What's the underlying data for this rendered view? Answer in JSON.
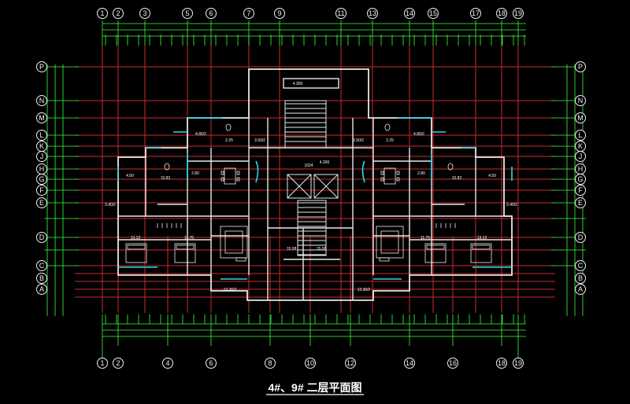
{
  "drawing": {
    "title": "4#、9# 二层平面图",
    "colors": {
      "background": "#000000",
      "axis_grid": "#e03030",
      "dimension": "#3cff3c",
      "wall": "#e8e8e8",
      "window": "#30d8e8",
      "fixture": "#f0f0f0"
    }
  },
  "axes": {
    "top": [
      "1",
      "2",
      "3",
      "5",
      "6",
      "7",
      "9",
      "11",
      "13",
      "14",
      "15",
      "17",
      "18",
      "19"
    ],
    "bottom": [
      "1",
      "2",
      "4",
      "6",
      "8",
      "10",
      "12",
      "14",
      "16",
      "18",
      "19"
    ],
    "rows": [
      "P",
      "N",
      "M",
      "L",
      "K",
      "J",
      "H",
      "G",
      "F",
      "E",
      "D",
      "C",
      "B",
      "A"
    ]
  },
  "room_labels": [
    {
      "text": "4.80/2"
    },
    {
      "text": "2.25"
    },
    {
      "text": "3.50/2"
    },
    {
      "text": "3.50/2"
    },
    {
      "text": "2.25"
    },
    {
      "text": "4.80/2"
    },
    {
      "text": "4.50"
    },
    {
      "text": "10.82"
    },
    {
      "text": "2.80"
    },
    {
      "text": "1024"
    },
    {
      "text": "4.200"
    },
    {
      "text": "2.80"
    },
    {
      "text": "10.82"
    },
    {
      "text": "4.50"
    },
    {
      "text": "3.40/2"
    },
    {
      "text": "3.40/2"
    },
    {
      "text": "13.12"
    },
    {
      "text": "11.76"
    },
    {
      "text": "15.08"
    },
    {
      "text": "15.08"
    },
    {
      "text": "11.76"
    },
    {
      "text": "13.12"
    },
    {
      "text": "13.36/2"
    },
    {
      "text": "13.36/2"
    },
    {
      "text": "4.300"
    }
  ]
}
